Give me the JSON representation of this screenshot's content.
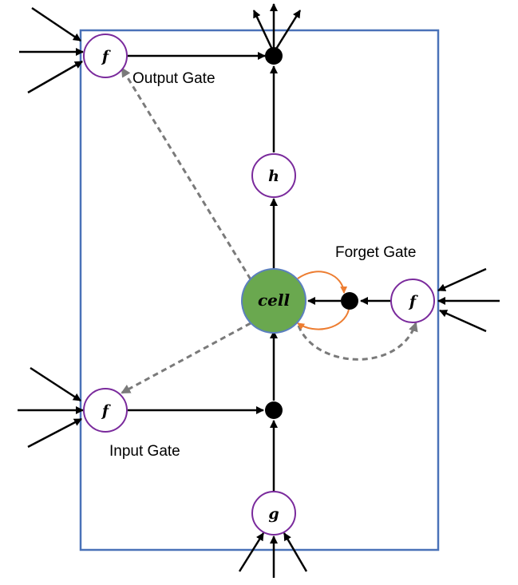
{
  "diagram": {
    "colors": {
      "frame": "#4a72b8",
      "node_stroke": "#7a2a9c",
      "cell_fill": "#6aa84f",
      "cell_stroke": "#5b7fbf",
      "recurrent_arrow": "#ed7d31",
      "dashed_arrow": "#7a7a7a",
      "solid_arrow": "#000000"
    },
    "nodes": {
      "output_f": "f",
      "h": "h",
      "cell": "cell",
      "forget_f": "f",
      "input_f": "f",
      "g": "g"
    },
    "gate_labels": {
      "output": "Output Gate",
      "forget": "Forget Gate",
      "input": "Input Gate"
    }
  }
}
